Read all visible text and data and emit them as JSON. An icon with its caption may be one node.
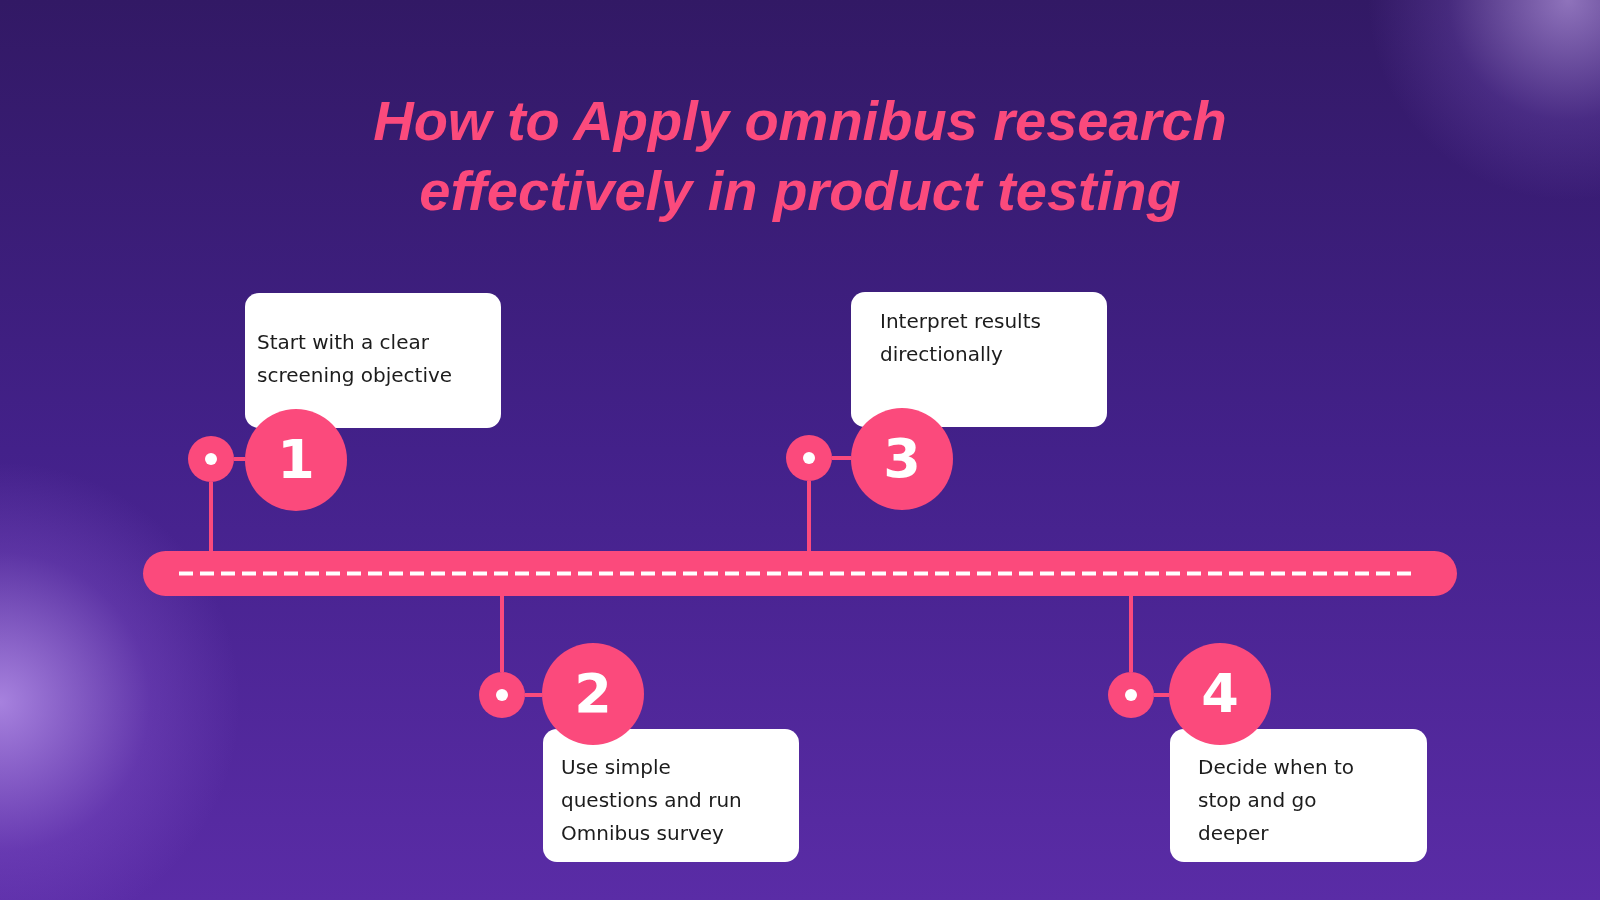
{
  "diagram": {
    "title": "How to Apply omnibus research effectively in product testing",
    "nodes": [
      {
        "text": [
          "1"
        ]
      },
      {
        "text": [
          "Start with a clear screening objective"
        ]
      },
      {
        "text": [],
        "shape": "circle"
      },
      {
        "text": [
          "2"
        ]
      },
      {
        "text": [
          "Use simple questions and run Omnibus survey"
        ]
      },
      {
        "text": [],
        "shape": "circle"
      },
      {
        "text": [
          "3"
        ]
      },
      {
        "text": [
          "Interpret results directionally"
        ]
      },
      {
        "text": [],
        "shape": "circle"
      },
      {
        "text": [
          "4"
        ]
      },
      {
        "text": [
          "Decide when to stop and go deeper"
        ]
      },
      {
        "text": [],
        "shape": "circle"
      },
      {
        "text": [],
        "shape": "bar"
      }
    ],
    "edges": [
      {
        "from": 2,
        "to": 0,
        "arrow": "none"
      },
      {
        "from": 2,
        "to": 12,
        "arrow": "none"
      },
      {
        "from": 5,
        "to": 3,
        "arrow": "none"
      },
      {
        "from": 5,
        "to": 12,
        "arrow": "none"
      },
      {
        "from": 8,
        "to": 6,
        "arrow": "none"
      },
      {
        "from": 8,
        "to": 12,
        "arrow": "none"
      },
      {
        "from": 11,
        "to": 9,
        "arrow": "none"
      },
      {
        "from": 11,
        "to": 12,
        "arrow": "none"
      }
    ]
  }
}
